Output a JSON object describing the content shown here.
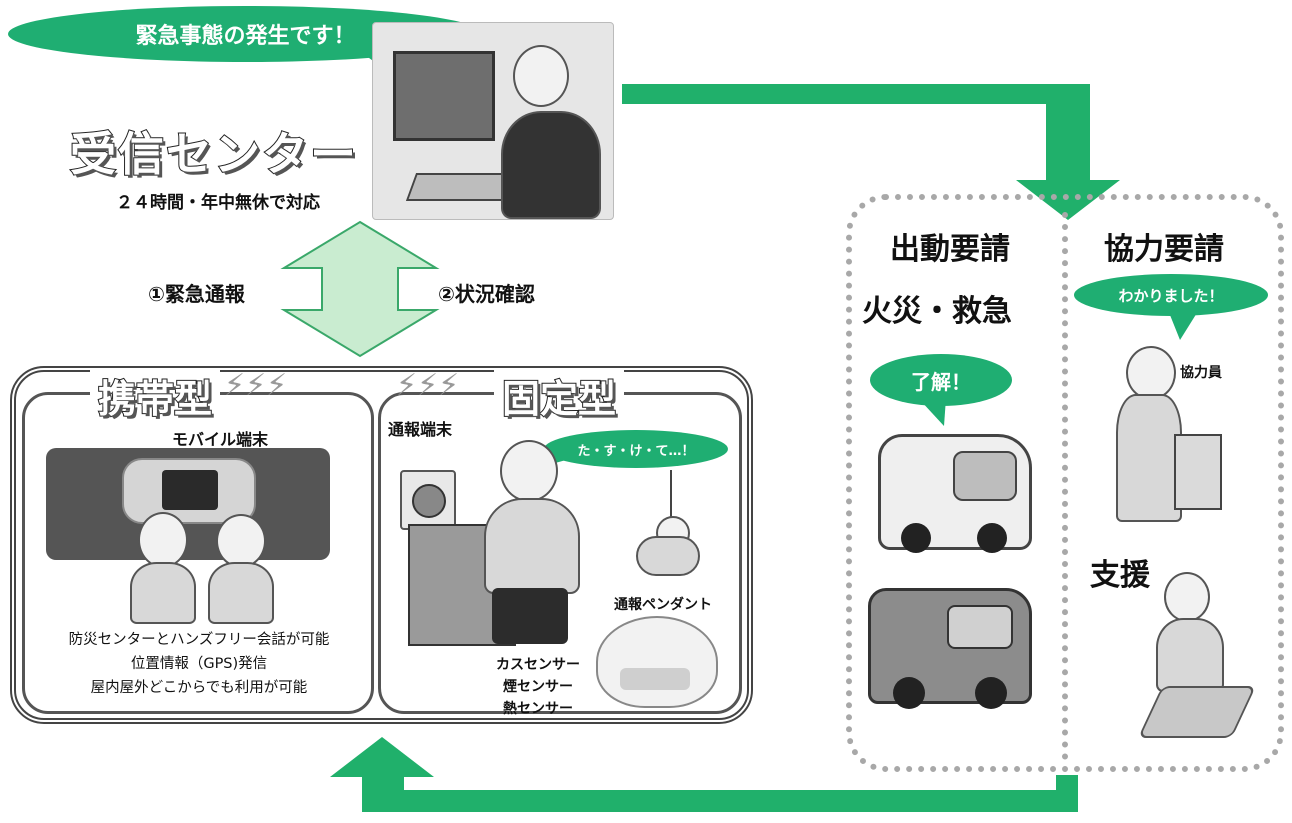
{
  "header": {
    "emergency_bubble": "緊急事態の発生です！",
    "center_title": "受信センター",
    "center_sub": "２４時間・年中無休で対応"
  },
  "arrows": {
    "left_label": "①緊急通報",
    "right_label": "②状況確認"
  },
  "portable": {
    "title": "携帯型",
    "device_label": "モバイル端末",
    "features": [
      "防災センターとハンズフリー会話が可能",
      "位置情報（GPS)発信",
      "屋内屋外どこからでも利用が可能"
    ]
  },
  "fixed": {
    "title": "固定型",
    "device_label": "通報端末",
    "help_bubble": "た・す・け・て…！",
    "pendant_label": "通報ペンダント",
    "sensors": [
      "カスセンサー",
      "煙センサー",
      "熱センサー"
    ]
  },
  "dispatch": {
    "title": "出動要請",
    "subtitle": "火災・救急",
    "bubble": "了解！"
  },
  "cooperation": {
    "title": "協力要請",
    "bubble": "わかりました！",
    "helper_label": "協力員",
    "support_label": "支援"
  },
  "colors": {
    "accent_green": "#1fae72",
    "pale_green": "#c9ecd0",
    "arrow_green": "#20b06b"
  }
}
